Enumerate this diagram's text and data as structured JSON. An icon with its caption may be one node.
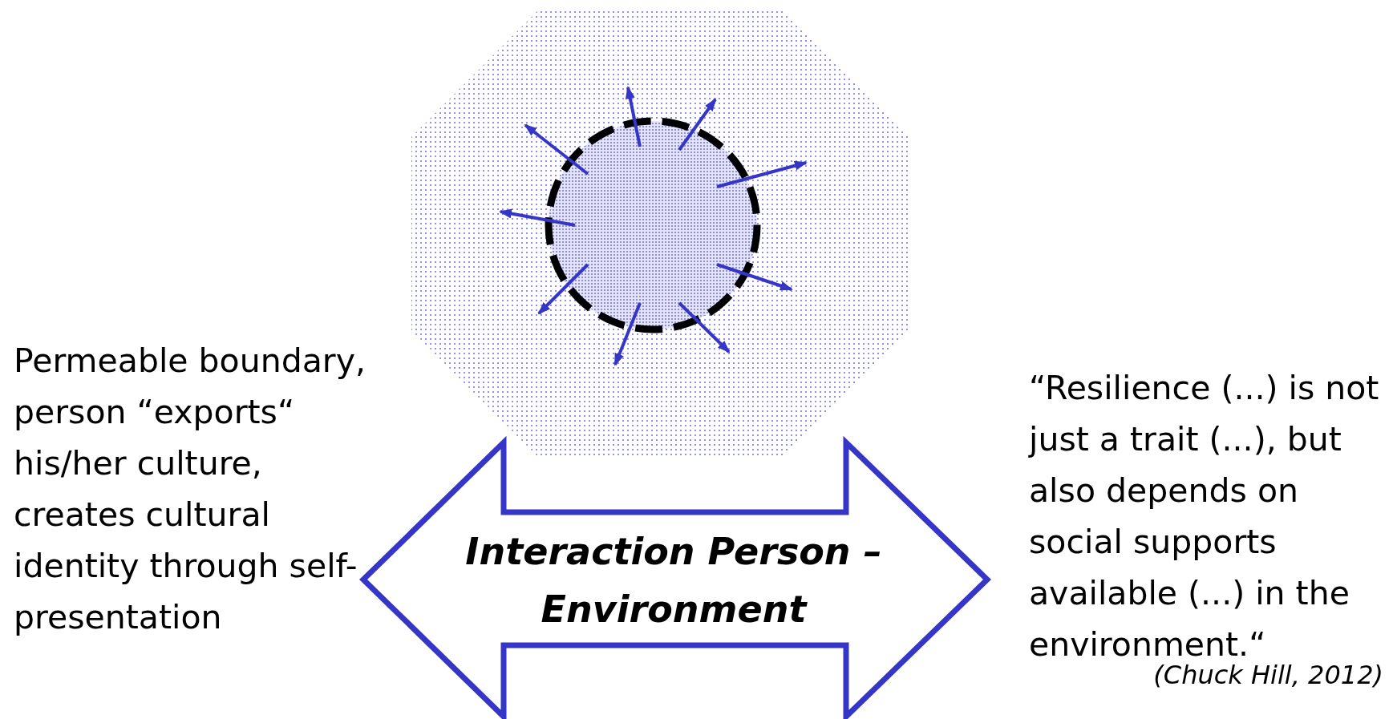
{
  "diagram": {
    "nodes": [
      {
        "text": [],
        "shape": "octagon"
      },
      {
        "text": [],
        "shape": "circle",
        "in": 0
      },
      {
        "text": [
          "Interaction Person – Environment"
        ]
      }
    ],
    "edges": [
      {
        "from": 1,
        "to": null,
        "arrow": "to"
      },
      {
        "from": 1,
        "to": null,
        "arrow": "to"
      },
      {
        "from": 1,
        "to": null,
        "arrow": "to"
      },
      {
        "from": 1,
        "to": null,
        "arrow": "to"
      },
      {
        "from": 1,
        "to": null,
        "arrow": "to"
      },
      {
        "from": 1,
        "to": null,
        "arrow": "to"
      },
      {
        "from": 1,
        "to": null,
        "arrow": "to"
      },
      {
        "from": 1,
        "to": null,
        "arrow": "to"
      },
      {
        "from": 1,
        "to": null,
        "arrow": "to"
      }
    ],
    "labels": [
      "Permeable boundary, person “exports“ his/her culture, creates cultural identity through self-presentation",
      "“Resilience (...) is not just a trait (...), but also depends on social supports available (...) in the environment.“",
      "(Chuck Hill, 2012)"
    ]
  }
}
